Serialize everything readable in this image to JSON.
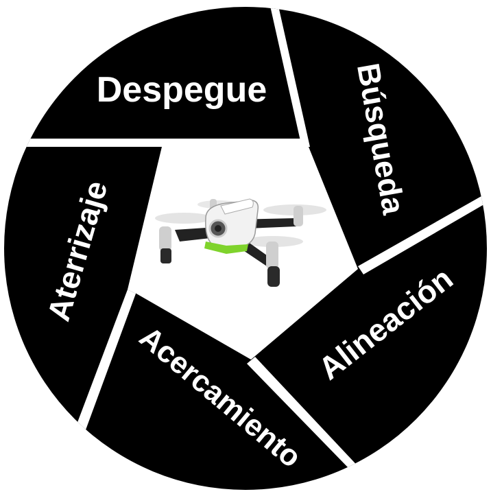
{
  "diagram": {
    "stages": [
      {
        "id": "despegue",
        "label": "Despegue"
      },
      {
        "id": "busqueda",
        "label": "Búsqueda"
      },
      {
        "id": "alineacion",
        "label": "Alineación"
      },
      {
        "id": "acercamiento",
        "label": "Acercamiento"
      },
      {
        "id": "aterrizaje",
        "label": "Aterrizaje"
      }
    ],
    "center_image": "drone-icon",
    "colors": {
      "blade": "#000000",
      "gap": "#ffffff",
      "background": "#ffffff"
    }
  }
}
